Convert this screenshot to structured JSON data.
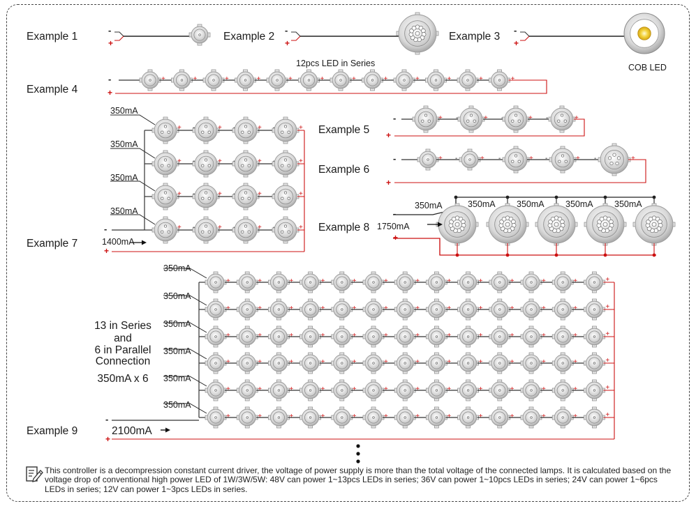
{
  "examples": {
    "ex1": "Example 1",
    "ex2": "Example 2",
    "ex3": "Example 3",
    "ex4": "Example 4",
    "ex5": "Example 5",
    "ex6": "Example 6",
    "ex7": "Example 7",
    "ex8": "Example 8",
    "ex9": "Example 9"
  },
  "labels": {
    "cob_led": "COB LED",
    "series_12": "12pcs LED in Series",
    "ma350": "350mA",
    "ma1400": "1400mA",
    "ma1750": "1750mA",
    "ma2100": "2100mA",
    "desc_line1": "13 in Series",
    "desc_line2": "and",
    "desc_line3": "6 in Parallel",
    "desc_line4": "Connection",
    "desc_line5": "350mA x 6",
    "minus": "-",
    "plus": "+"
  },
  "colors": {
    "positive": "#cc1111",
    "wire": "#333333",
    "led_ring": "#bdbdbd",
    "cob_core": "#f3d23a"
  },
  "icons": {
    "note": "note-pencil-icon",
    "continuation": "vertical-ellipsis-icon"
  },
  "note": {
    "text": "This controller is a decompression constant current driver, the voltage of power supply is more than the total voltage of the connected lamps. It is calculated based on the voltage drop of conventional high power LED of 1W/3W/5W: 48V can power 1~13pcs LEDs in series; 36V can power 1~10pcs LEDs in series; 24V can power 1~6pcs LEDs in series; 12V can power 1~3pcs LEDs in series."
  }
}
